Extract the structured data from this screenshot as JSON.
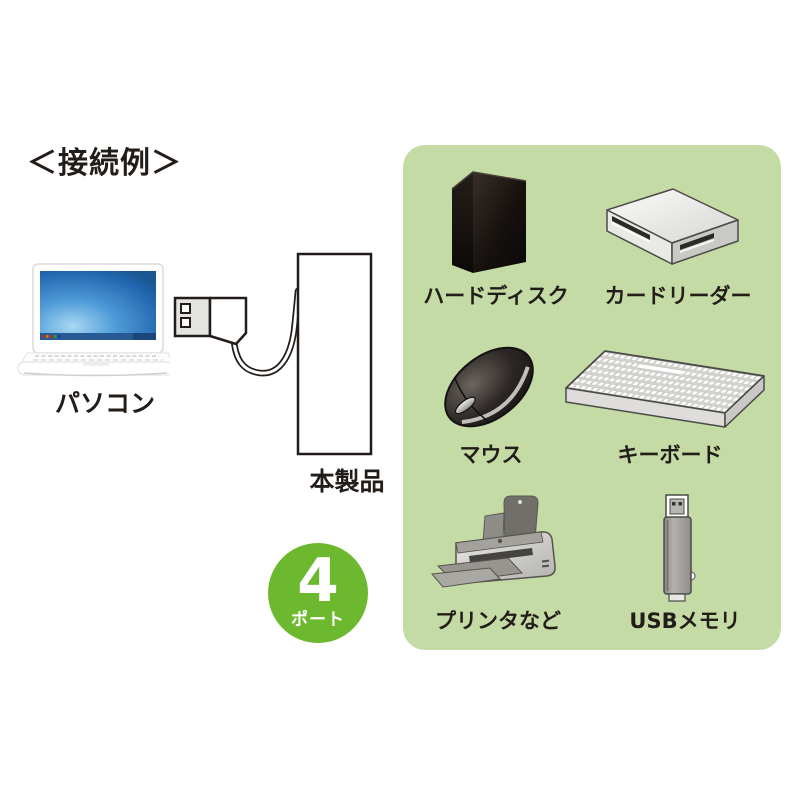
{
  "title": "＜接続例＞",
  "laptop": {
    "label": "パソコン"
  },
  "product": {
    "label": "本製品"
  },
  "badge": {
    "number": "4",
    "unit": "ポート"
  },
  "panel": {
    "devices": [
      {
        "name": "hard-disk",
        "label": "ハードディスク"
      },
      {
        "name": "card-reader",
        "label": "カードリーダー"
      },
      {
        "name": "mouse",
        "label": "マウス"
      },
      {
        "name": "keyboard",
        "label": "キーボード"
      },
      {
        "name": "printer",
        "label": "プリンタなど"
      },
      {
        "name": "usb-memory",
        "label": "USBメモリ"
      }
    ]
  },
  "colors": {
    "panel_green": "#c5dba6",
    "badge_green": "#6cb92f",
    "text_black": "#231d1a",
    "screen_blue": "#2e7fc2"
  }
}
